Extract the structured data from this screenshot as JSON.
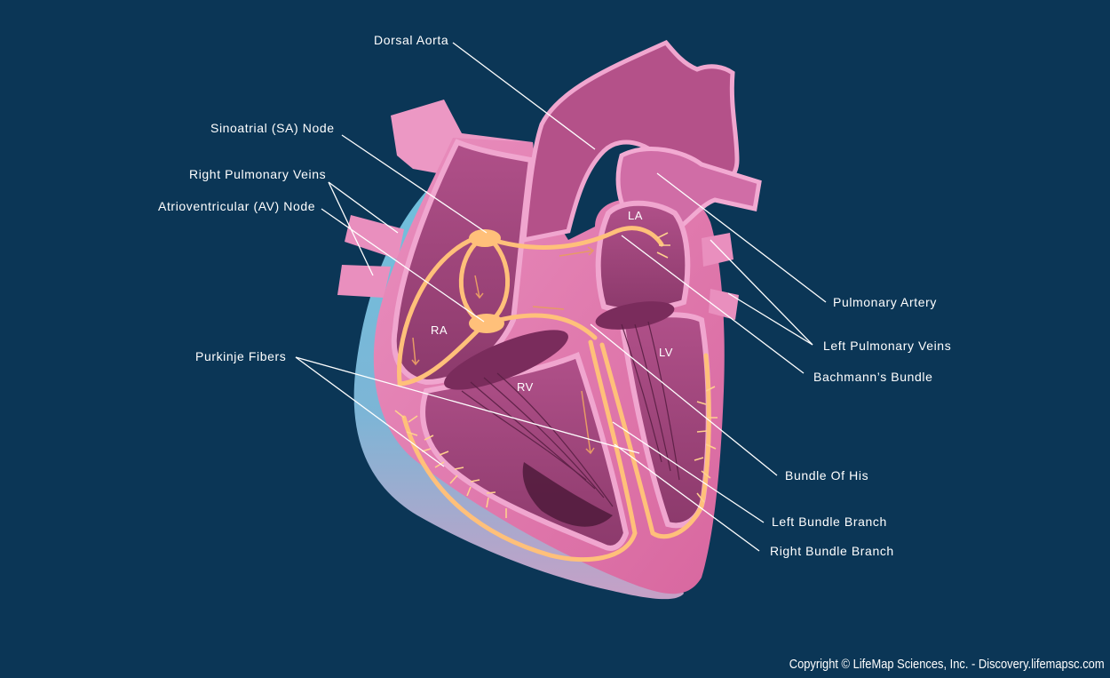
{
  "labels": {
    "dorsal_aorta": "Dorsal Aorta",
    "sa_node": "Sinoatrial (SA) Node",
    "right_pulmonary_veins": "Right Pulmonary Veins",
    "av_node": "Atrioventricular (AV) Node",
    "purkinje_fibers": "Purkinje Fibers",
    "pulmonary_artery": "Pulmonary Artery",
    "left_pulmonary_veins": "Left Pulmonary Veins",
    "bachmanns_bundle": "Bachmann’s Bundle",
    "bundle_of_his": "Bundle Of His",
    "left_bundle_branch": "Left Bundle Branch",
    "right_bundle_branch": "Right Bundle Branch"
  },
  "chambers": {
    "la": "LA",
    "ra": "RA",
    "rv": "RV",
    "lv": "LV"
  },
  "copyright": "Copyright © LifeMap Sciences, Inc. - Discovery.lifemapsc.com",
  "colors": {
    "background": "#0b3656",
    "heart_wall": "#e07fb0",
    "heart_inner": "#a94a82",
    "conduction": "#ffc07a",
    "pericardium": "#7ec4dc"
  }
}
